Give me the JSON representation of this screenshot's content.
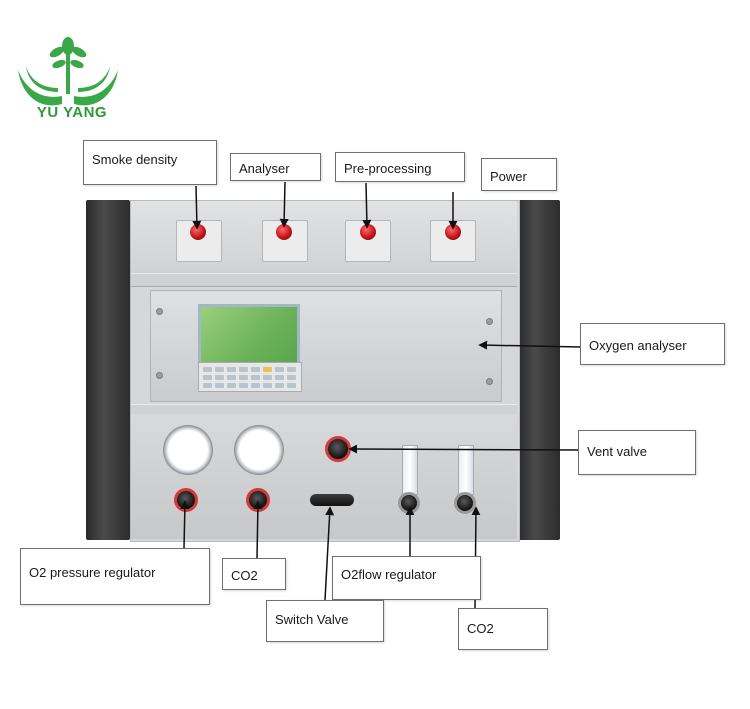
{
  "logo": {
    "brand_text": "YU YANG",
    "brand_color": "#2e9a3a",
    "icon": "sprout-in-hands-icon"
  },
  "labels": {
    "smoke_density": "Smoke density",
    "analyser": "Analyser",
    "pre_processing": "Pre-processing",
    "power": "Power",
    "oxygen_analyser": "Oxygen analyser",
    "vent_valve": "Vent valve",
    "o2_pressure_regulator": "O2 pressure regulator",
    "co2_left": "CO2",
    "o2_flow_regulator": "O2flow regulator",
    "switch_valve": "Switch Valve",
    "co2_right": "CO2"
  },
  "colors": {
    "button_red": "#c4161c",
    "screen_green": "#6cb25a",
    "panel_grey": "#d6d7d9",
    "side_dark": "#2a2a2a"
  }
}
